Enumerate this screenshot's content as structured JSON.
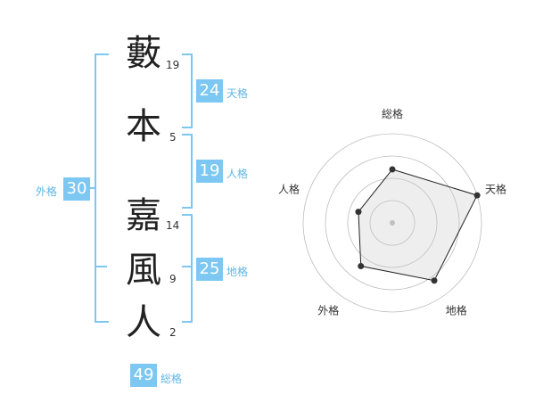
{
  "name": {
    "chars": [
      {
        "char": "藪",
        "strokes": "19"
      },
      {
        "char": "本",
        "strokes": "5"
      },
      {
        "char": "嘉",
        "strokes": "14"
      },
      {
        "char": "風",
        "strokes": "9"
      },
      {
        "char": "人",
        "strokes": "2"
      }
    ]
  },
  "kaku": {
    "tenkaku": {
      "value": "24",
      "label": "天格"
    },
    "jinkaku": {
      "value": "19",
      "label": "人格"
    },
    "chikaku": {
      "value": "25",
      "label": "地格"
    },
    "gaikaku": {
      "value": "30",
      "label": "外格"
    },
    "soukaku": {
      "value": "49",
      "label": "総格"
    }
  },
  "colors": {
    "accent": "#7cc8f2",
    "label": "#5fb6e6"
  },
  "chart_data": {
    "type": "radar",
    "axes": [
      "総格",
      "天格",
      "地格",
      "外格",
      "人格"
    ],
    "values": [
      0.6,
      1.0,
      0.8,
      0.6,
      0.4
    ],
    "rings": 4,
    "max": 1
  }
}
